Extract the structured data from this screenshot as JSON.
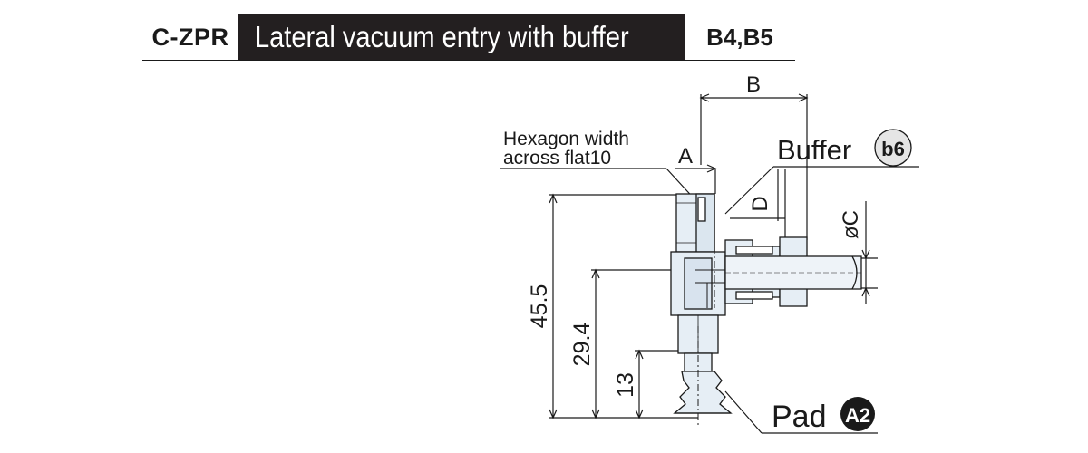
{
  "header": {
    "model_code": "C-ZPR",
    "title": "Lateral vacuum entry with buffer",
    "variants": "B4,B5"
  },
  "callouts": {
    "hexagon_line1": "Hexagon width",
    "hexagon_line2": "across flat10",
    "buffer_label": "Buffer",
    "buffer_badge": "b6",
    "pad_label": "Pad",
    "pad_badge": "A2"
  },
  "dimensions": {
    "a": "A",
    "b": "B",
    "c": "øC",
    "d": "D",
    "total_height": "45.5",
    "mid_height": "29.4",
    "low_height": "13"
  },
  "colors": {
    "body_fill": "#e6eef5",
    "line": "#1a1a1a",
    "header_dark": "#231f20"
  }
}
